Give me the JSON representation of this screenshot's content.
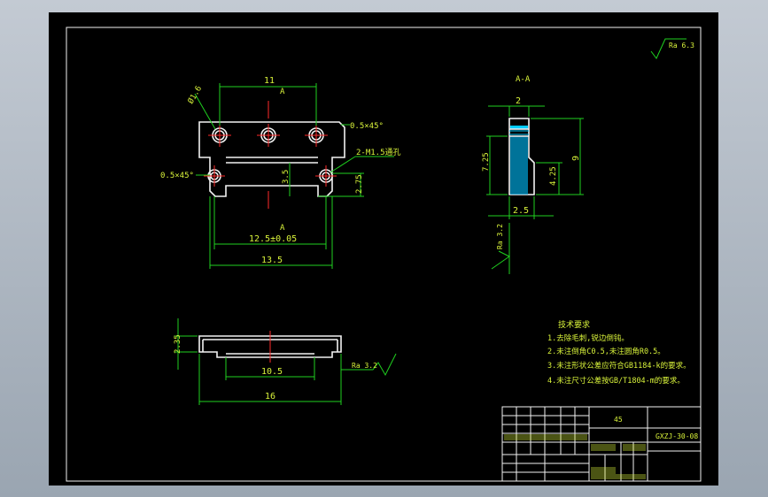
{
  "drawing": {
    "roughness_note": "Ra 6.3",
    "view_top": {
      "section_marker_top": "A",
      "section_marker_bottom": "A",
      "dim_top_width": "11",
      "chamfer_label": "0.5×45°",
      "diameter_label": "Ø1.6",
      "thread_note": "2-M1.5通孔",
      "chamfer_label_left": "0.5×45°",
      "dim_inner_height": "3.5",
      "dim_right_height": "2.75",
      "dim_hole_spacing": "12.5±0.05",
      "dim_overall_width": "13.5"
    },
    "view_section": {
      "title": "A-A",
      "dim_top": "2",
      "dim_left": "7.25",
      "dim_right_total": "9",
      "dim_right_inner": "4.25",
      "dim_bottom": "2.5",
      "roughness": "Ra 3.2"
    },
    "view_bottom": {
      "dim_height": "2.35",
      "dim_inner": "10.5",
      "dim_overall": "16",
      "roughness": "Ra 3.2"
    },
    "notes": {
      "heading": "技术要求",
      "items": [
        "1.去除毛刺,锐边倒钝。",
        "2.未注倒角C0.5,未注圆角R0.5。",
        "3.未注形状公差应符合GB1184-k的要求。",
        "4.未注尺寸公差按GB/T1804-m的要求。"
      ]
    },
    "title_block": {
      "material": "45",
      "drawing_no": "GXZJ-30-08"
    }
  }
}
